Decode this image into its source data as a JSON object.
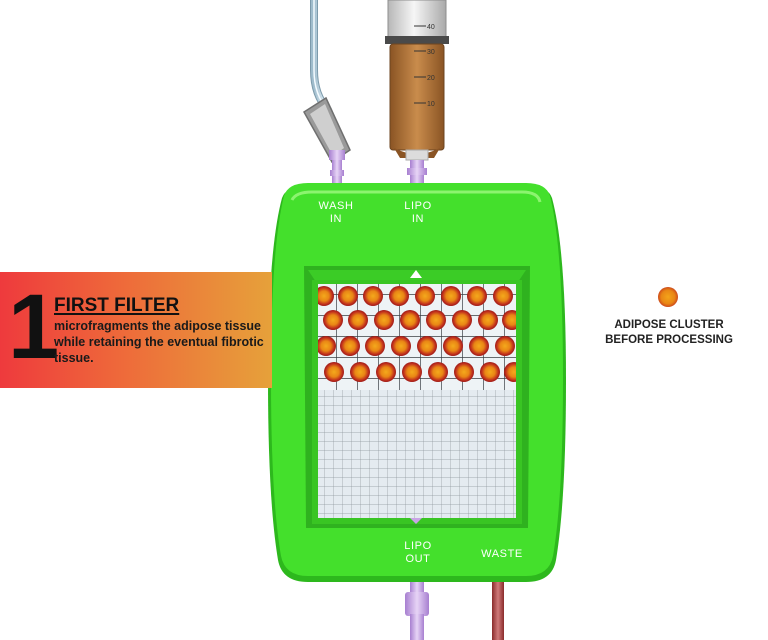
{
  "step": {
    "number": "1",
    "title": "FIRST FILTER",
    "description": "microfragments the adipose tissue while retaining the eventual fibrotic tissue."
  },
  "ports": {
    "wash_in": {
      "line1": "WASH",
      "line2": "IN"
    },
    "lipo_in": {
      "line1": "LIPO",
      "line2": "IN"
    },
    "lipo_out": {
      "line1": "LIPO",
      "line2": "OUT"
    },
    "waste": {
      "line1": "WASTE"
    }
  },
  "syringe": {
    "scale": [
      "40",
      "30",
      "20",
      "10"
    ]
  },
  "legend": {
    "label": "ADIPOSE CLUSTER BEFORE PROCESSING"
  },
  "colors": {
    "device_green": "#44e02c",
    "banner_red": "#ee3a3d",
    "banner_orange": "#e6a13a",
    "cluster_core": "#f3a41a",
    "cluster_edge": "#9e1b17",
    "tissue_brown": "#b87a3a",
    "connector_lilac": "#c9a4e6"
  }
}
